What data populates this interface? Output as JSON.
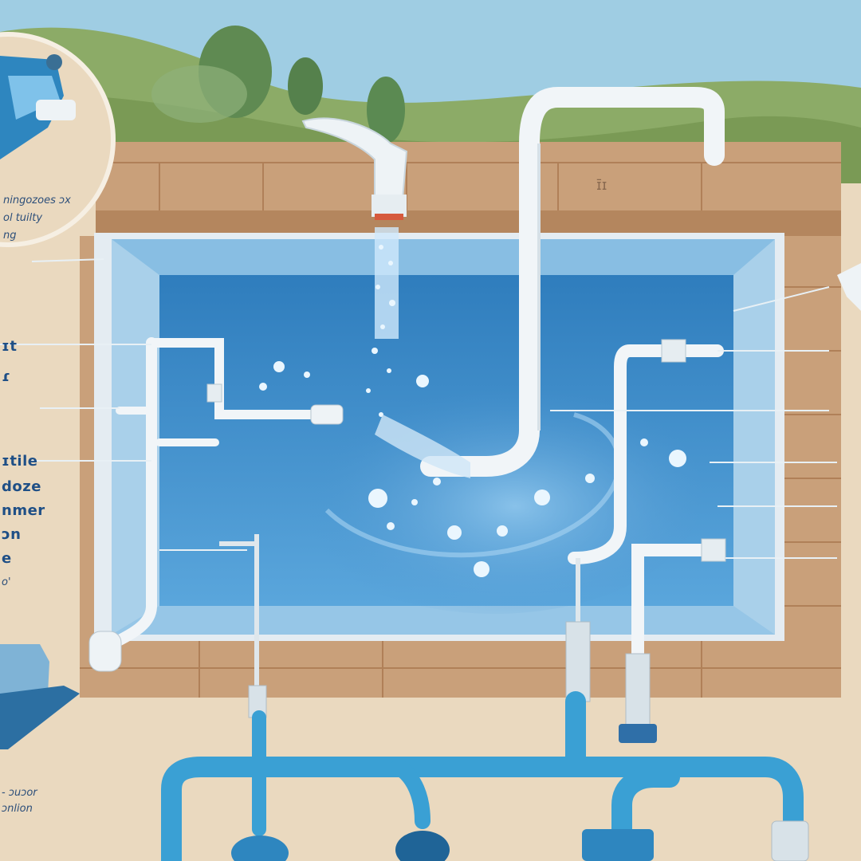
{
  "colors": {
    "sky": "#9fcde3",
    "hills": "#7fa05a",
    "tree": "#5f8a52",
    "sand": "#ead9bf",
    "brick": "#c9a07a",
    "brick_dark": "#b4865e",
    "pool_rim": "#e4ecf2",
    "pool_water": "#3f8cc8",
    "pool_floor": "#5fa4d8",
    "pipe_white": "#f1f5f8",
    "pipe_blue": "#3aa0d4",
    "label_text": "#1f4f86"
  },
  "icons": {
    "faucet": "faucet-icon",
    "pump": "pump-icon",
    "valve": "valve-icon",
    "filter": "filter-tank-icon",
    "tree": "tree-icon"
  },
  "inset": {
    "caption_lines": [
      "ningozoes ɔx",
      "ol tuilty",
      "ng"
    ]
  },
  "left_labels": [
    {
      "text": "ɪt"
    },
    {
      "text": "ɾ"
    },
    {
      "text": "ɪtile"
    },
    {
      "text": "doze"
    },
    {
      "text": "nmer"
    },
    {
      "text": "ɔn"
    },
    {
      "text": "e"
    },
    {
      "text": "o'"
    }
  ],
  "bottom_left_caption": [
    "- ɔuɔor",
    "ɔnlion"
  ],
  "deck_mark": "ɪ̄ɪ"
}
